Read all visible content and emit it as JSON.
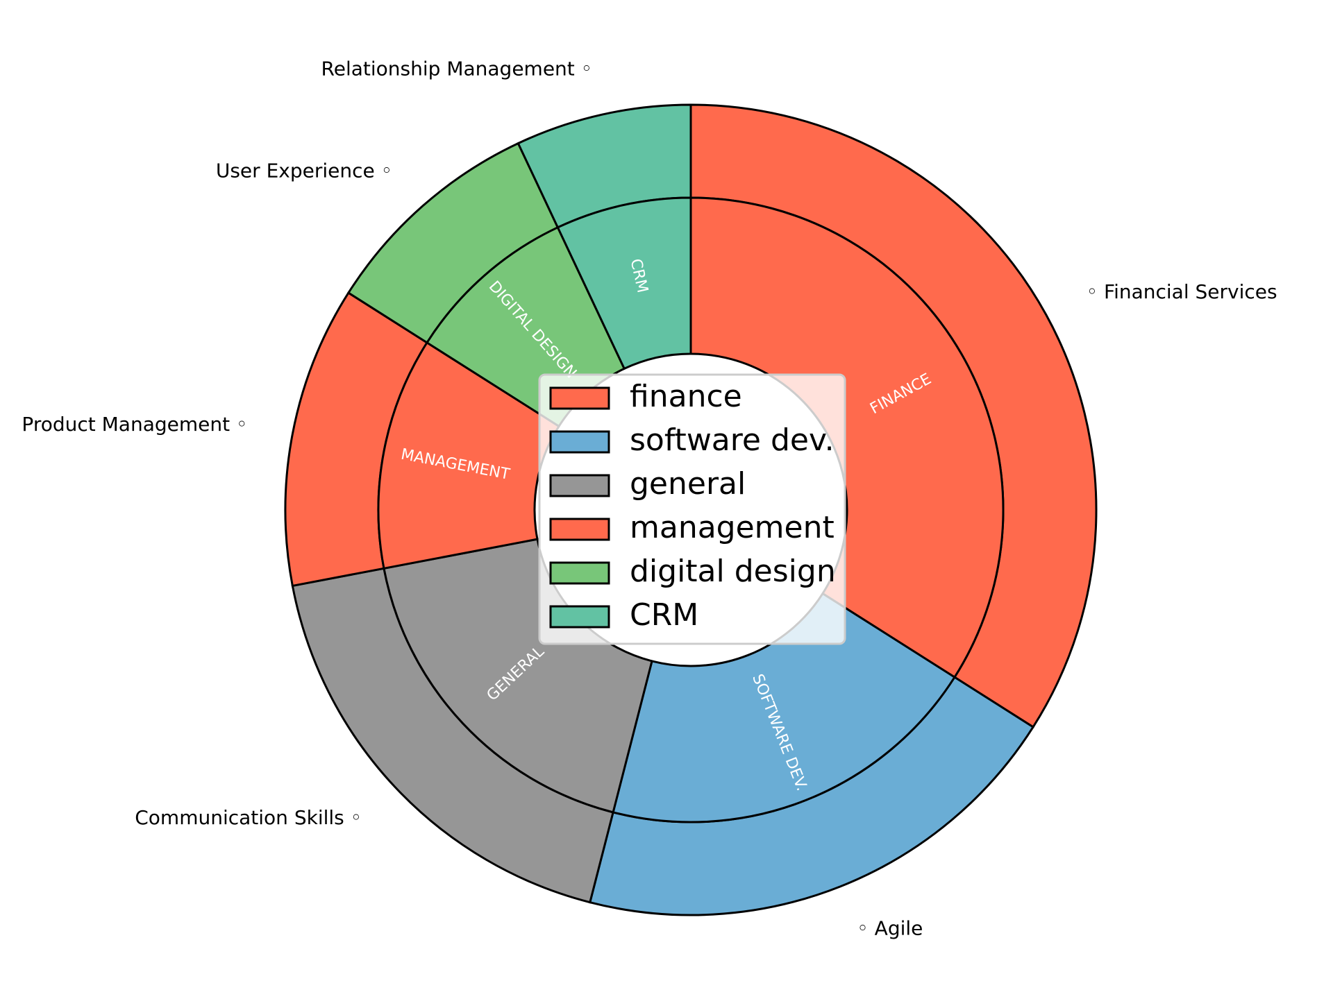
{
  "chart_data": {
    "type": "pie",
    "variant": "nested-donut",
    "title": "",
    "categories": [
      {
        "name": "finance",
        "color": "#ff6a4d",
        "value": 34,
        "inner_label": "FINANCE",
        "outer_label": "Financial Services"
      },
      {
        "name": "software dev.",
        "color": "#6aadd5",
        "value": 20,
        "inner_label": "SOFTWARE DEV.",
        "outer_label": "Agile"
      },
      {
        "name": "general",
        "color": "#969696",
        "value": 18,
        "inner_label": "GENERAL",
        "outer_label": "Communication Skills"
      },
      {
        "name": "management",
        "color": "#ff6a4d",
        "value": 12,
        "inner_label": "MANAGEMENT",
        "outer_label": "Product Management"
      },
      {
        "name": "digital design",
        "color": "#78c679",
        "value": 9,
        "inner_label": "DIGITAL DESIGN",
        "outer_label": "User Experience"
      },
      {
        "name": "CRM",
        "color": "#62c2a3",
        "value": 7,
        "inner_label": "CRM",
        "outer_label": "Relationship Management"
      }
    ],
    "start_angle": "top",
    "direction": "clockwise",
    "legend": {
      "placement": "center"
    }
  }
}
